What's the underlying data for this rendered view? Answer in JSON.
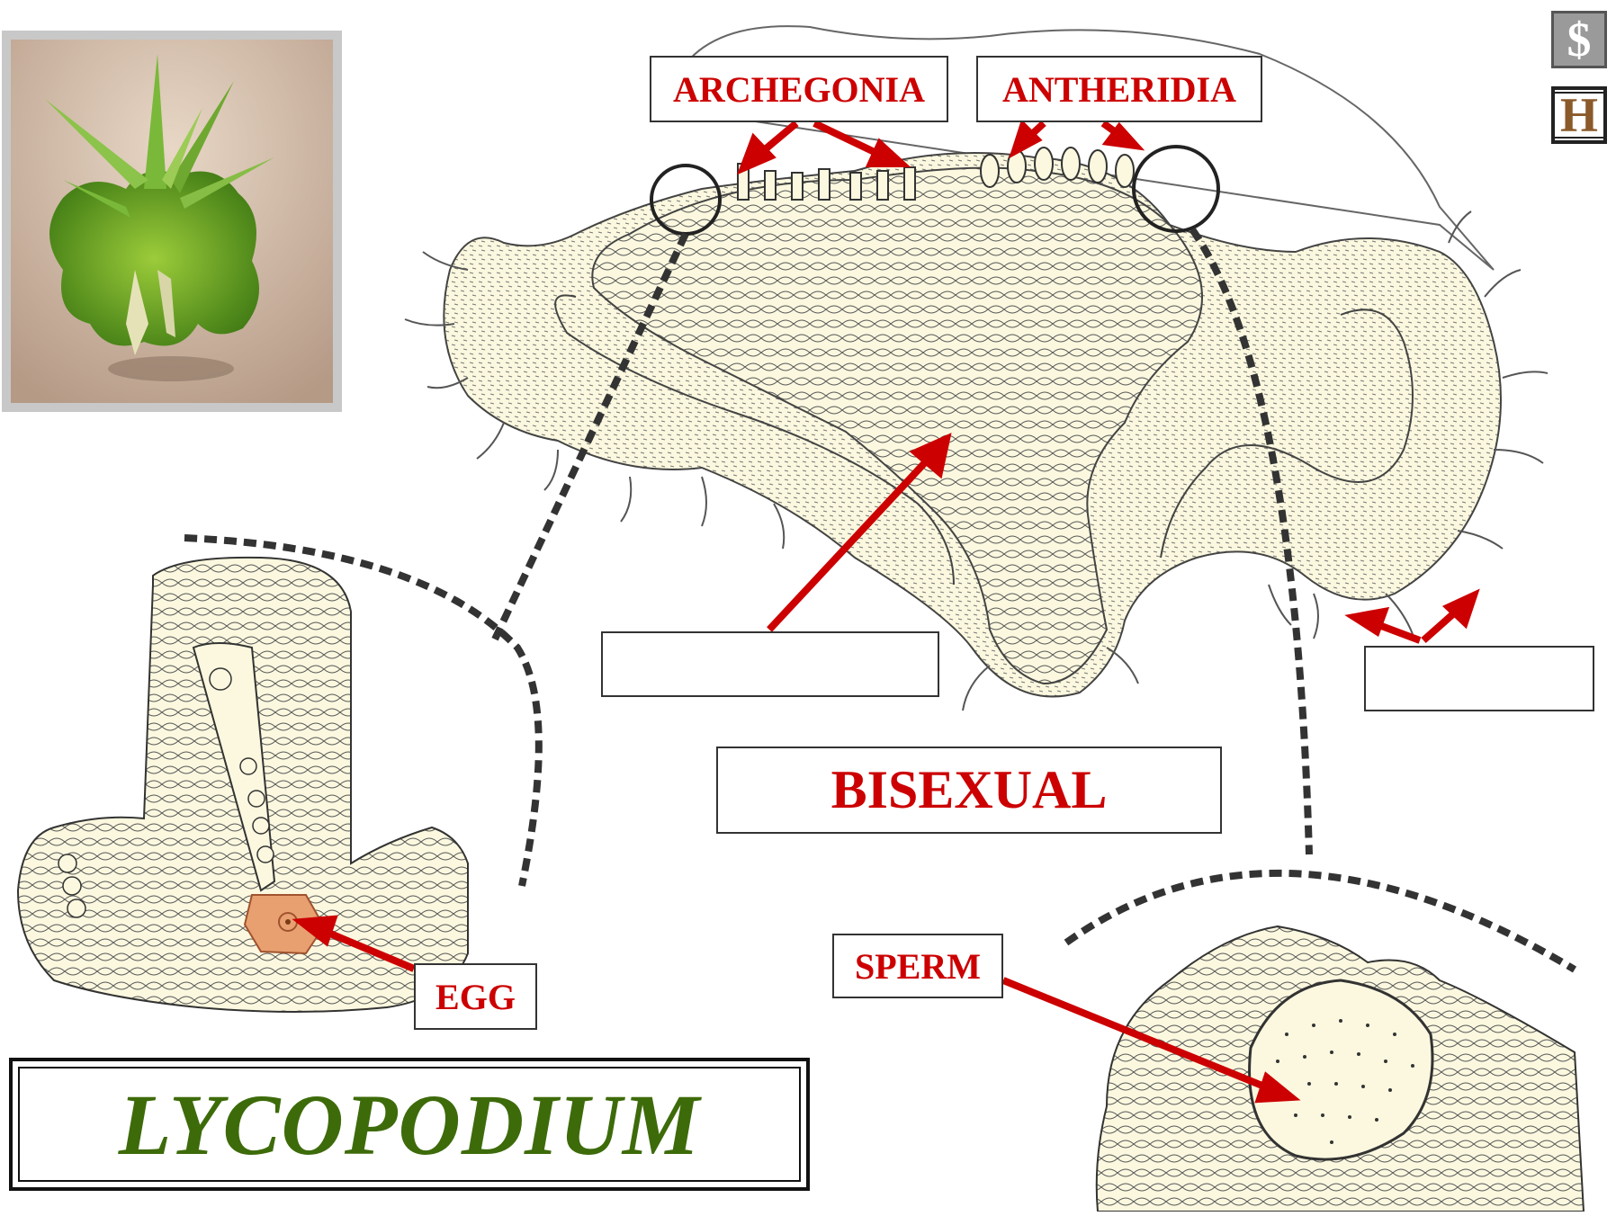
{
  "labels": {
    "archegonia": "ARCHEGONIA",
    "antheridia": "ANTHERIDIA",
    "bisexual": "BISEXUAL",
    "egg": "EGG",
    "sperm": "SPERM",
    "blank_left": "",
    "blank_right": ""
  },
  "title": "LYCOPODIUM",
  "nav": {
    "dollar": "$",
    "home": "H"
  },
  "colors": {
    "label_red": "#cc0000",
    "arrow_red": "#cc0000",
    "title_green": "#3d6b0a",
    "tissue": "#fbf8df",
    "egg_fill": "#e8a070",
    "line_dark": "#333333"
  },
  "icons": {
    "photo": "lycopodium-gametophyte-photo",
    "dollar": "dollar-icon",
    "home": "home-icon"
  }
}
